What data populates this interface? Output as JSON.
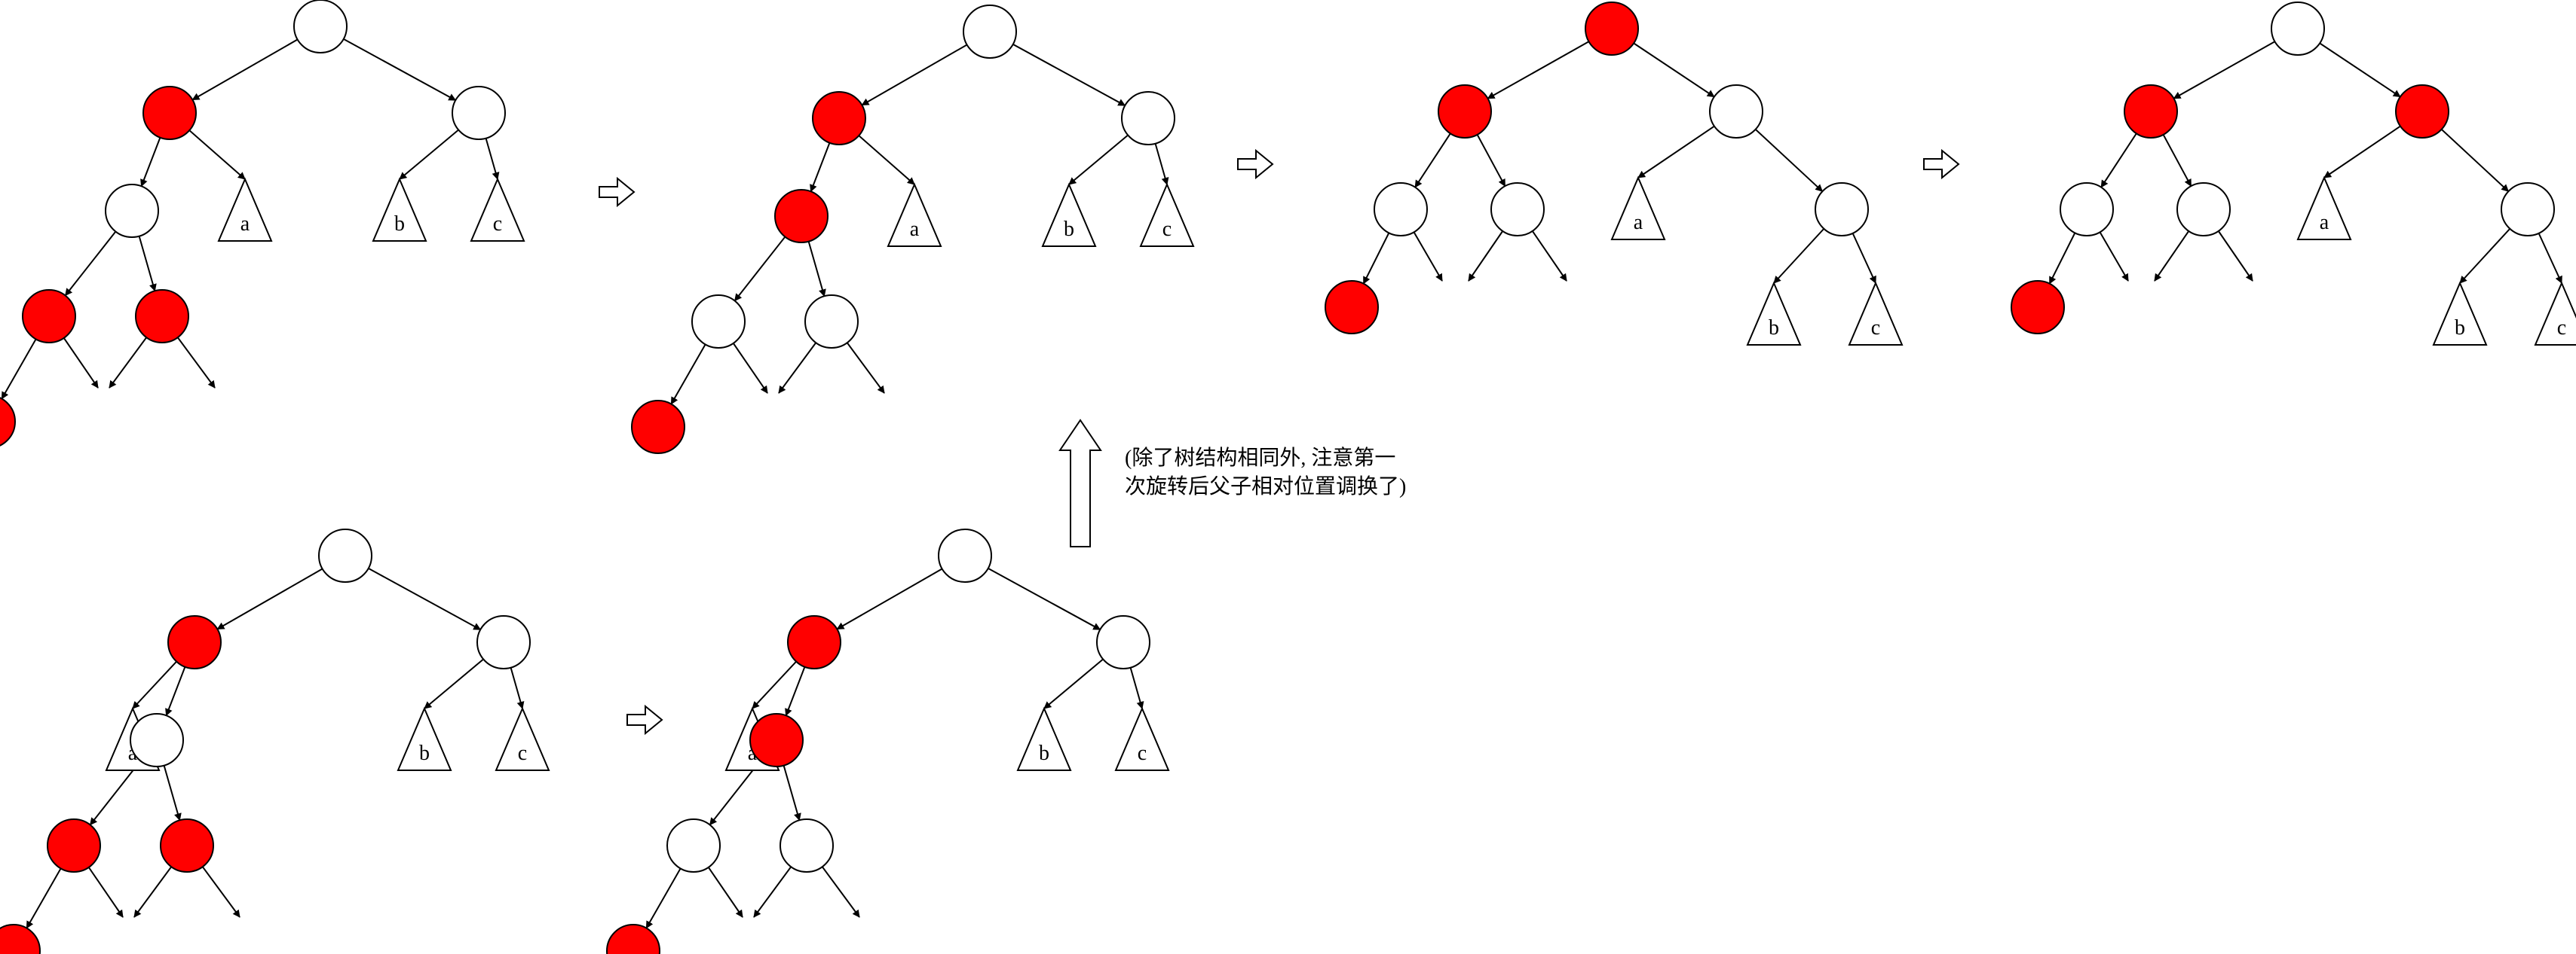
{
  "colors": {
    "red": "#ff0000",
    "white": "#ffffff",
    "line": "#000000"
  },
  "note": {
    "line1": "(除了树结构相同外, 注意第一",
    "line2": "次旋转后父子相对位置调换了)"
  },
  "leaf_labels": {
    "a": "a",
    "b": "b",
    "c": "c"
  },
  "diagrams": [
    {
      "id": "d1",
      "nodes": [
        "white",
        "red",
        "white",
        "white",
        "red",
        "red",
        "red"
      ],
      "subtrees": [
        "a",
        "b",
        "c"
      ]
    },
    {
      "id": "d2",
      "nodes": [
        "white",
        "red",
        "white",
        "red",
        "white",
        "white",
        "red"
      ],
      "subtrees": [
        "a",
        "b",
        "c"
      ]
    },
    {
      "id": "d3",
      "nodes": [
        "red",
        "red",
        "white",
        "white",
        "white",
        "red",
        "white"
      ],
      "subtrees": [
        "a",
        "b",
        "c"
      ]
    },
    {
      "id": "d4",
      "nodes": [
        "white",
        "red",
        "red",
        "white",
        "white",
        "red",
        "white"
      ],
      "subtrees": [
        "a",
        "b",
        "c"
      ]
    },
    {
      "id": "d5",
      "nodes": [
        "white",
        "red",
        "white",
        "white",
        "red",
        "red",
        "red"
      ],
      "subtrees": [
        "a",
        "b",
        "c"
      ]
    },
    {
      "id": "d6",
      "nodes": [
        "white",
        "red",
        "white",
        "red",
        "white",
        "white",
        "red"
      ],
      "subtrees": [
        "a",
        "b",
        "c"
      ]
    }
  ],
  "transition_arrows": [
    "right",
    "right",
    "right",
    "right",
    "up"
  ]
}
